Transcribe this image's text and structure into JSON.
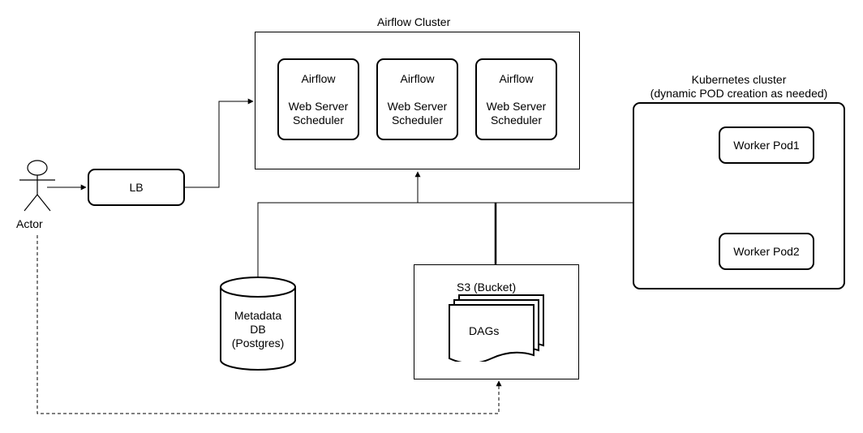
{
  "airflow_cluster": {
    "title": "Airflow Cluster",
    "nodes": [
      {
        "line1": "Airflow",
        "line2": "Web Server",
        "line3": "Scheduler"
      },
      {
        "line1": "Airflow",
        "line2": "Web Server",
        "line3": "Scheduler"
      },
      {
        "line1": "Airflow",
        "line2": "Web Server",
        "line3": "Scheduler"
      }
    ]
  },
  "kubernetes": {
    "title_line1": "Kubernetes cluster",
    "title_line2": "(dynamic POD creation as needed)",
    "pod1": "Worker Pod1",
    "pod2": "Worker Pod2"
  },
  "actor": {
    "label": "Actor"
  },
  "lb": {
    "label": "LB"
  },
  "metadata_db": {
    "line1": "Metadata",
    "line2": "DB",
    "line3": "(Postgres)"
  },
  "s3": {
    "title": "S3 (Bucket)",
    "dags": "DAGs"
  }
}
